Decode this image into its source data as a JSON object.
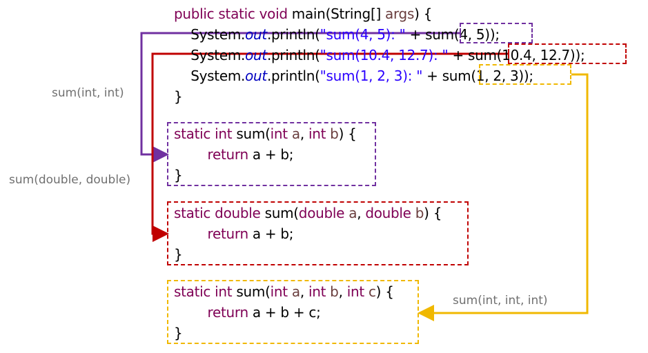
{
  "main_code": {
    "sig_kw": "public static void",
    "sig_rest": " main(String[] ",
    "sig_param": "args",
    "sig_end": ") {",
    "sys": "System.",
    "out": "out",
    "println": ".println(",
    "line1_str": "\"sum(4, 5): \"",
    "line1_plus": " + ",
    "line1_call": "sum(4, 5)",
    "line1_end": ");",
    "line2_str": "\"sum(10.4, 12.7): \"",
    "line2_plus": " + ",
    "line2_call": "sum(10.4, 12.7)",
    "line2_end": ");",
    "line3_str": "\"sum(1, 2, 3): \"",
    "line3_plus": " + ",
    "line3_call": "sum(1, 2, 3)",
    "line3_end": ");",
    "close": "}"
  },
  "methods": [
    {
      "kw": "static int",
      "name": " sum(",
      "params": [
        {
          "type": "int",
          "name": " a"
        },
        {
          "type": "int",
          "name": " b"
        }
      ],
      "sig_end": ") {",
      "return_kw": "return",
      "return_expr": " a + b;",
      "close": "}",
      "color": "#7030a0",
      "label": "sum(int, int)"
    },
    {
      "kw": "static double",
      "name": " sum(",
      "params": [
        {
          "type": "double",
          "name": " a"
        },
        {
          "type": "double",
          "name": " b"
        }
      ],
      "sig_end": ") {",
      "return_kw": "return",
      "return_expr": " a + b;",
      "close": "}",
      "color": "#c00000",
      "label": "sum(double, double)"
    },
    {
      "kw": "static int",
      "name": " sum(",
      "params": [
        {
          "type": "int",
          "name": " a"
        },
        {
          "type": "int",
          "name": " b"
        },
        {
          "type": "int",
          "name": " c"
        }
      ],
      "sig_end": ") {",
      "return_kw": "return",
      "return_expr": " a + b + c;",
      "close": "}",
      "color": "#f0b800",
      "label": "sum(int, int, int)"
    }
  ],
  "colors": {
    "keyword": "#7f0055",
    "string": "#2a00ff",
    "label": "#707070"
  }
}
